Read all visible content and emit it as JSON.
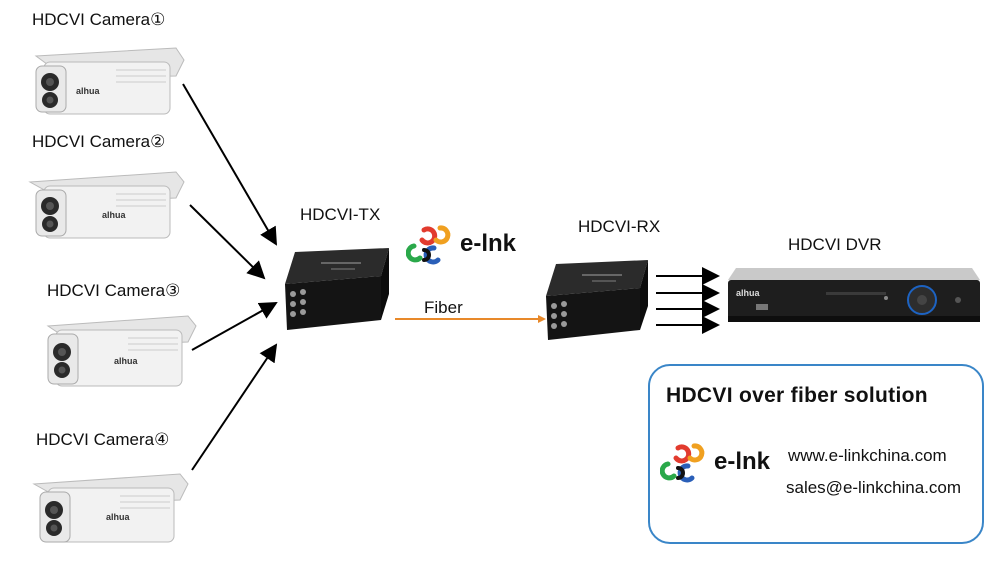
{
  "cameras": [
    {
      "label": "HDCVI Camera①"
    },
    {
      "label": "HDCVI Camera②"
    },
    {
      "label": "HDCVI Camera③"
    },
    {
      "label": "HDCVI Camera④"
    }
  ],
  "camera_brand": "alhua",
  "tx": {
    "label": "HDCVI-TX"
  },
  "rx": {
    "label": "HDCVI-RX"
  },
  "dvr": {
    "label": "HDCVI DVR",
    "brand": "alhua"
  },
  "link": {
    "label": "Fiber",
    "color": "#e8892a"
  },
  "brand": {
    "name": "e-lnk"
  },
  "info_panel": {
    "title": "HDCVI over fiber solution",
    "brand_name": "e-lnk",
    "website": "www.e-linkchina.com",
    "email": "sales@e-linkchina.com",
    "border_color": "#3a86c8"
  },
  "logo_colors": [
    "#e23b2e",
    "#f0a020",
    "#2a5fb8",
    "#2aa84a"
  ]
}
